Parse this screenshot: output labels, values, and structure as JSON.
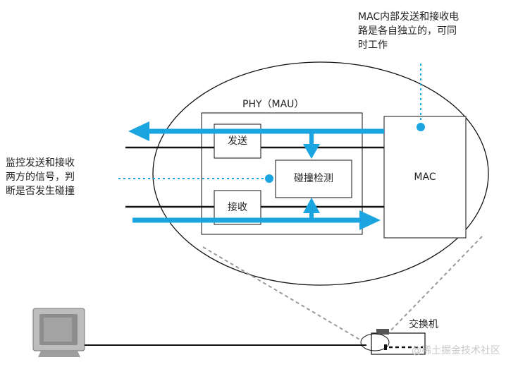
{
  "labels": {
    "mac_note": "MAC内部发送和接收电\n路是各自独立的，可同\n时工作",
    "phy_title": "PHY（MAU）",
    "send": "发送",
    "receive": "接收",
    "collision_detect": "碰撞检测",
    "mac": "MAC",
    "monitor_note": "监控发送和接收\n两方的信号，判\n断是否发生碰撞",
    "switch": "交换机",
    "watermark": "@稀土掘金技术社区"
  },
  "colors": {
    "arrow_blue": "#1aa5e0",
    "line_black": "#111111",
    "gray_dash": "#9a9a9a"
  }
}
